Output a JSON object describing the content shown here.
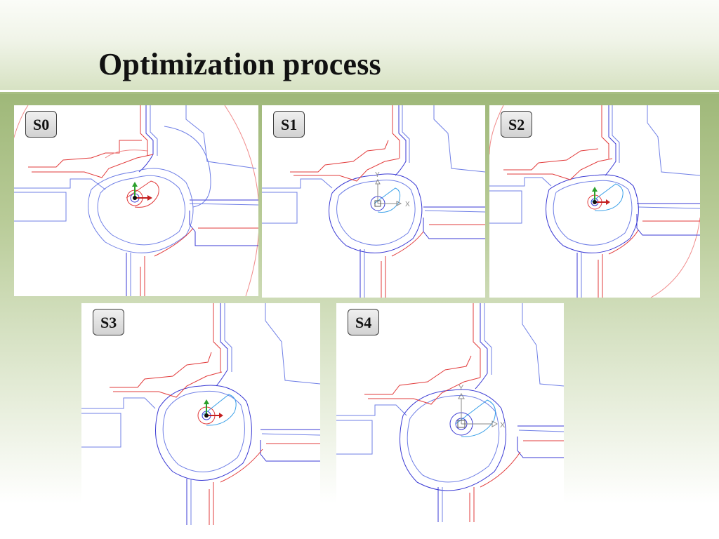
{
  "title": "Optimization process",
  "panels": [
    {
      "label": "S0"
    },
    {
      "label": "S1"
    },
    {
      "label": "S2"
    },
    {
      "label": "S3"
    },
    {
      "label": "S4"
    }
  ],
  "axis_labels": {
    "x": "X",
    "y": "Y"
  }
}
